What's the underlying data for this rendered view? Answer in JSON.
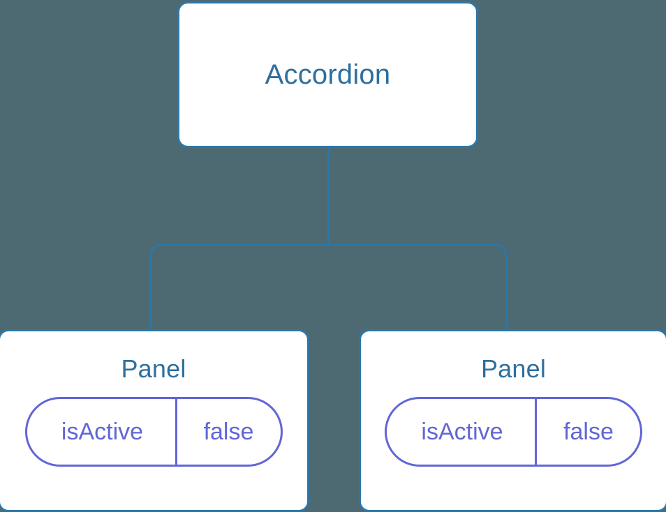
{
  "diagram": {
    "type": "component-tree",
    "background_color": "#4d6a72",
    "node_border_color": "#2d76a8",
    "node_fill_color": "#ffffff",
    "node_label_color": "#2e6f9e",
    "pill_color": "#6166d6",
    "connector_color": "#2d76a8",
    "root": {
      "label": "Accordion"
    },
    "children": [
      {
        "label": "Panel",
        "state": {
          "key": "isActive",
          "value": "false"
        }
      },
      {
        "label": "Panel",
        "state": {
          "key": "isActive",
          "value": "false"
        }
      }
    ]
  }
}
